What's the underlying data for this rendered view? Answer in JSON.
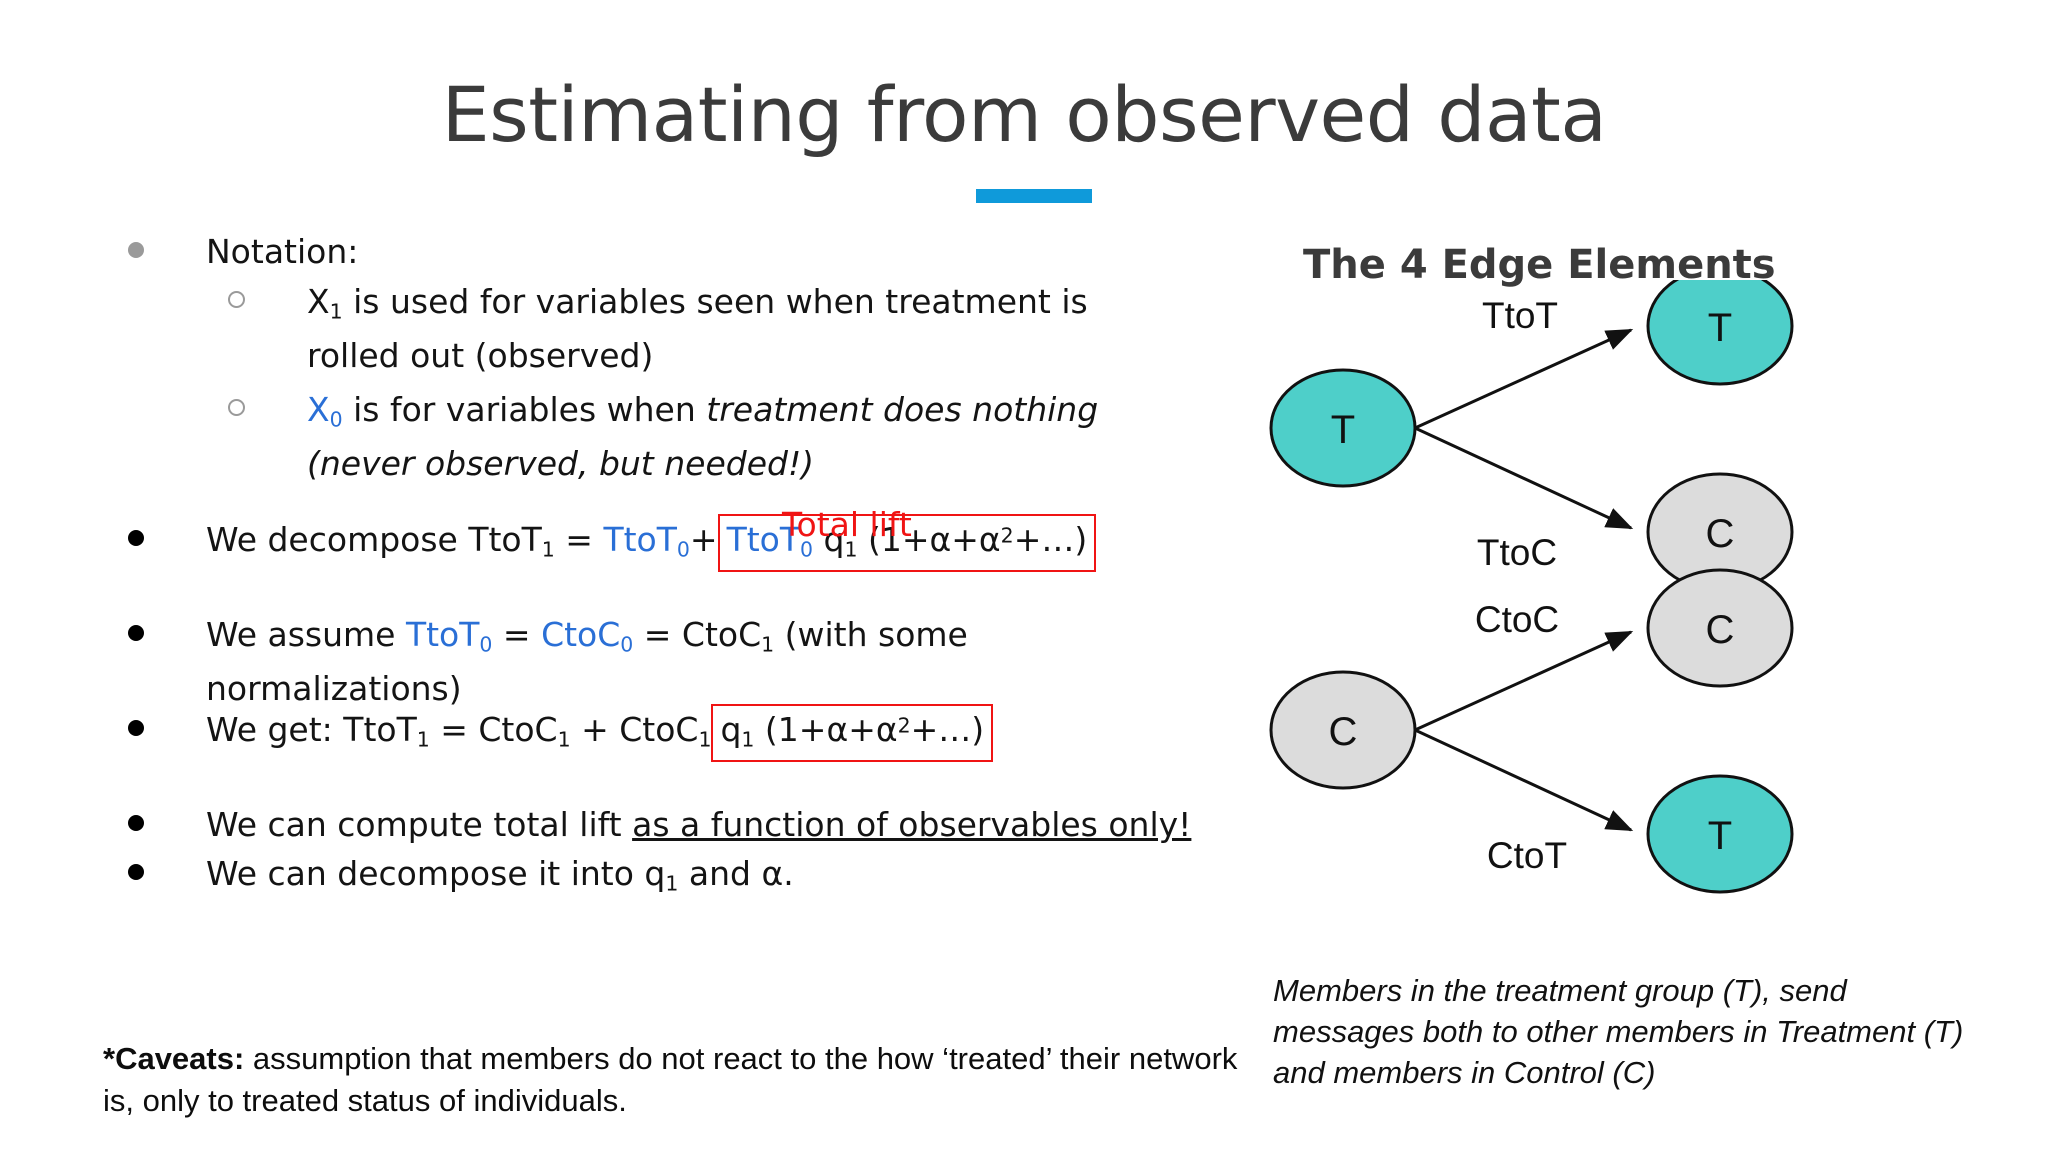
{
  "slide": {
    "title": "Estimating from observed data",
    "accent_color": "#0f9ada",
    "background": "#ffffff"
  },
  "left": {
    "notation": {
      "label": "Notation:",
      "items": [
        {
          "var_base": "X",
          "var_sub": "1",
          "var_color": "#141414",
          "text_plain": " is used for variables seen when treatment is rolled out (observed)",
          "text_italic": ""
        },
        {
          "var_base": "X",
          "var_sub": "0",
          "var_color": "#2a6fd6",
          "text_plain": " is for variables when ",
          "text_italic": "treatment does nothing (never observed, but needed!)"
        }
      ]
    },
    "total_lift_label": "Total lift",
    "equations": [
      {
        "name": "decompose",
        "lead": "We decompose TtoT",
        "lead_sub": "1",
        "eq": " =  ",
        "term_blue": "TtoT",
        "term_blue_sub": "0",
        "plus": "+",
        "boxed_blue": "TtoT",
        "boxed_blue_sub": "0",
        "boxed_rest": " q",
        "boxed_rest_sub": "1",
        "boxed_tail_open": " (1+α+α",
        "boxed_tail_sup": "2",
        "boxed_tail_close": "+…)"
      },
      {
        "name": "assume",
        "lead": "We assume ",
        "t1_blue": "TtoT",
        "t1_sub": "0",
        "eq1": " = ",
        "t2_blue": "CtoC",
        "t2_sub": "0",
        "eq2": " = CtoC",
        "t3_sub": "1",
        "tail": " (with some normalizations)"
      },
      {
        "name": "weget",
        "lead": "We get: TtoT",
        "lead_sub": "1",
        "eq": " =  CtoC",
        "mid_sub": "1",
        "plus": " + CtoC",
        "plus_sub": "1",
        "boxed_rest": "q",
        "boxed_rest_sub": "1",
        "boxed_tail_open": " (1+α+α",
        "boxed_tail_sup": "2",
        "boxed_tail_close": "+…)"
      }
    ],
    "conclusions": [
      {
        "plain": "We can compute total lift ",
        "underlined": "as a function of observables only!"
      },
      {
        "plain_a": "We can decompose it into q",
        "sub": "1",
        "plain_b": " and α."
      }
    ],
    "caveats": {
      "strong": "*Caveats:",
      "text": " assumption that members do not react to the how ‘treated’ their network is, only to treated status of individuals."
    }
  },
  "right": {
    "heading": "The 4 Edge Elements",
    "caption": "Members in the treatment group (T), send messages both to other members in Treatment (T) and members in Control (C)",
    "node_colors": {
      "treatment": "#4ecfc9",
      "control": "#dcdcdc",
      "stroke": "#111111"
    },
    "diagrams": [
      {
        "name": "treatment-diagram",
        "source": {
          "label": "T",
          "type": "treatment"
        },
        "edges": [
          {
            "label": "TtoT",
            "target": {
              "label": "T",
              "type": "treatment"
            }
          },
          {
            "label": "TtoC",
            "target": {
              "label": "C",
              "type": "control"
            }
          }
        ]
      },
      {
        "name": "control-diagram",
        "source": {
          "label": "C",
          "type": "control"
        },
        "edges": [
          {
            "label": "CtoC",
            "target": {
              "label": "C",
              "type": "control"
            }
          },
          {
            "label": "CtoT",
            "target": {
              "label": "T",
              "type": "treatment"
            }
          }
        ]
      }
    ]
  }
}
